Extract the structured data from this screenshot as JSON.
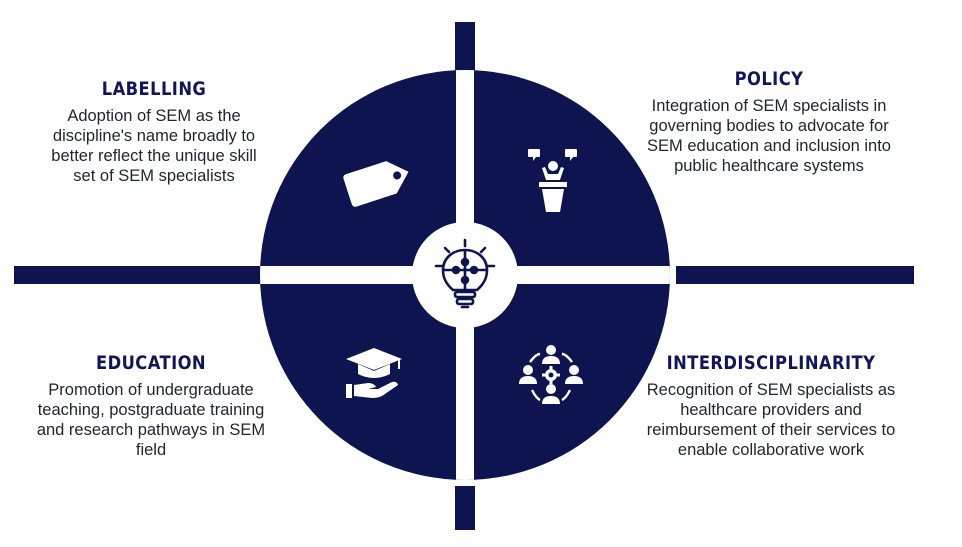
{
  "colors": {
    "navy": "#0d1450",
    "background": "#ffffff",
    "title": "#101758",
    "text": "#1f2433"
  },
  "center_icon": "lightbulb-puzzle-icon",
  "quadrants": {
    "labelling": {
      "title": "LABELLING",
      "description": "Adoption of SEM as the discipline's name broadly to better reflect the unique skill set of SEM specialists",
      "icon": "tag-icon"
    },
    "policy": {
      "title": "POLICY",
      "description": "Integration of SEM specialists in governing bodies to advocate for SEM education and inclusion into public healthcare systems",
      "icon": "podium-speaker-icon"
    },
    "education": {
      "title": "EDUCATION",
      "description": "Promotion of undergraduate teaching, postgraduate training and research pathways in SEM field",
      "icon": "graduation-cap-hand-icon"
    },
    "interdisciplinarity": {
      "title": "INTERDISCIPLINARITY",
      "description": "Recognition of SEM specialists as healthcare providers and reimbursement of their services to enable collaborative work",
      "icon": "team-gear-icon"
    }
  }
}
